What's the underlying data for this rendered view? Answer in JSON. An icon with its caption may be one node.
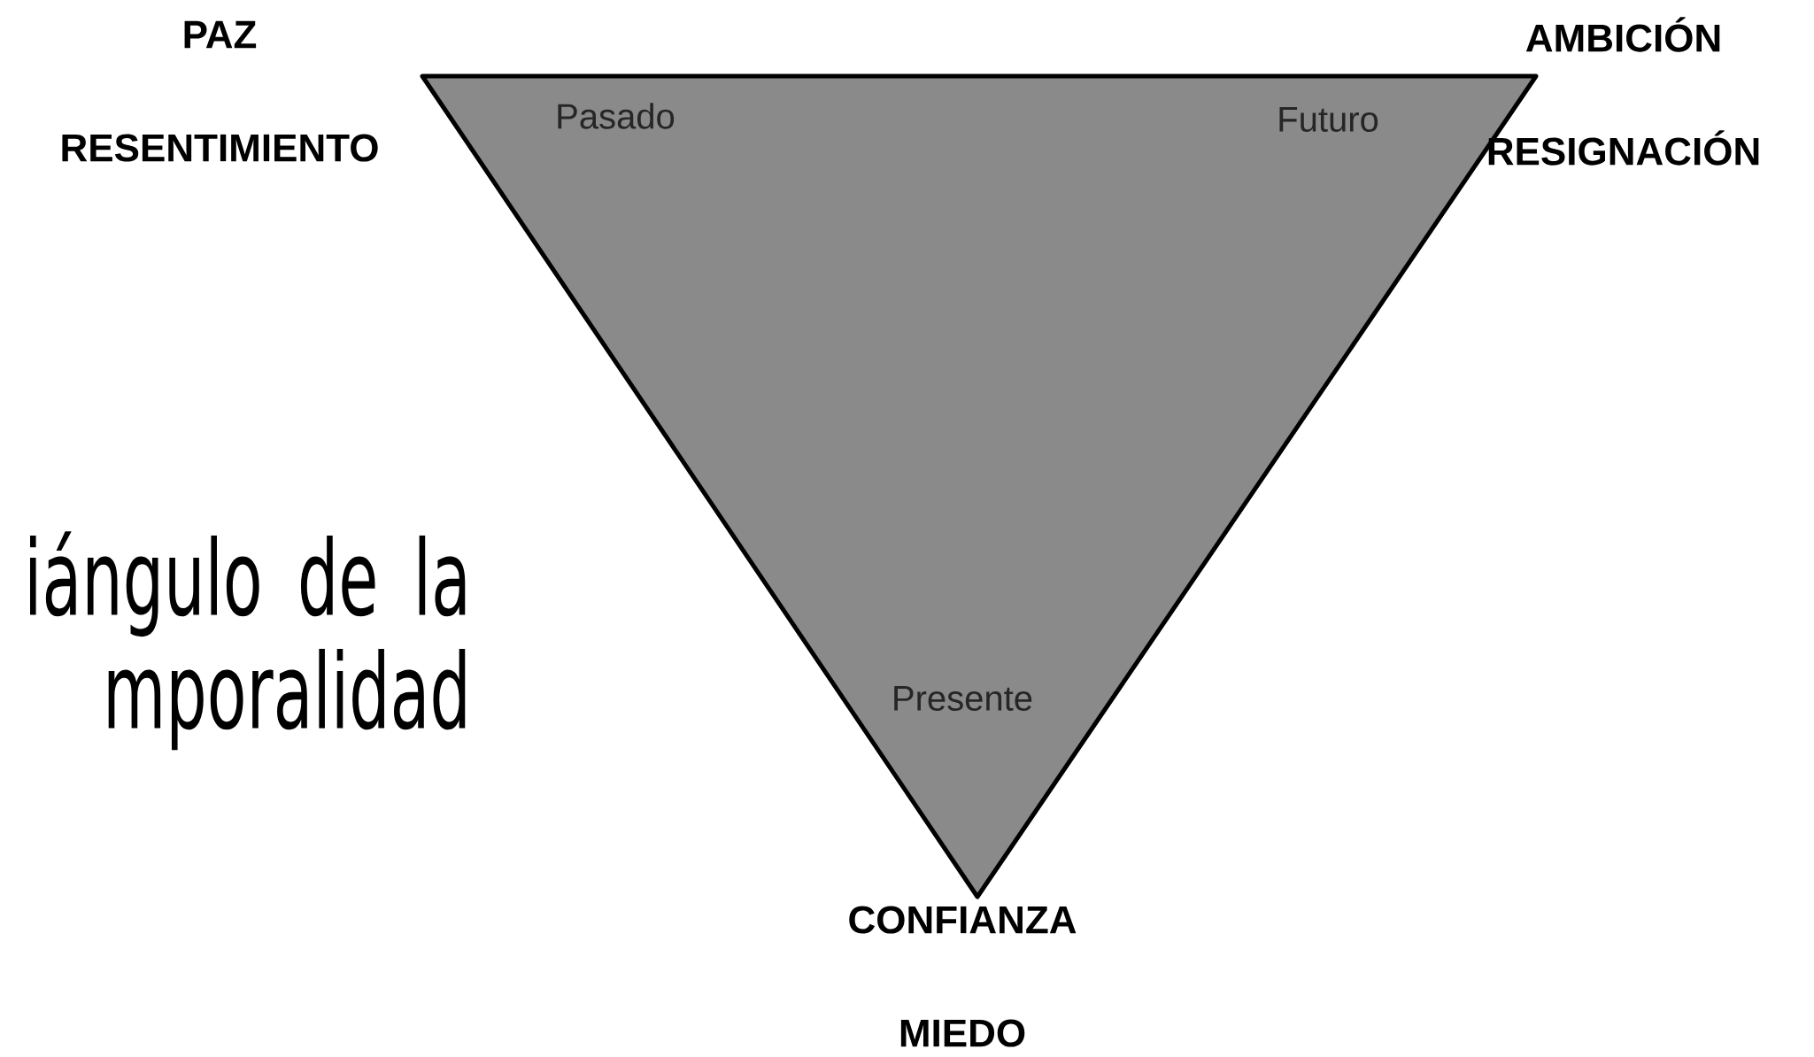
{
  "diagram": {
    "title": "iángulo de la mporalidad",
    "nodes": [
      {
        "text": [
          "Pasado",
          "Futuro",
          "Presente"
        ]
      }
    ],
    "labels": [
      "PAZ",
      "AMBICIÓN",
      "RESENTIMIENTO",
      "RESIGNACIÓN",
      "CONFIANZA",
      "MIEDO"
    ]
  }
}
